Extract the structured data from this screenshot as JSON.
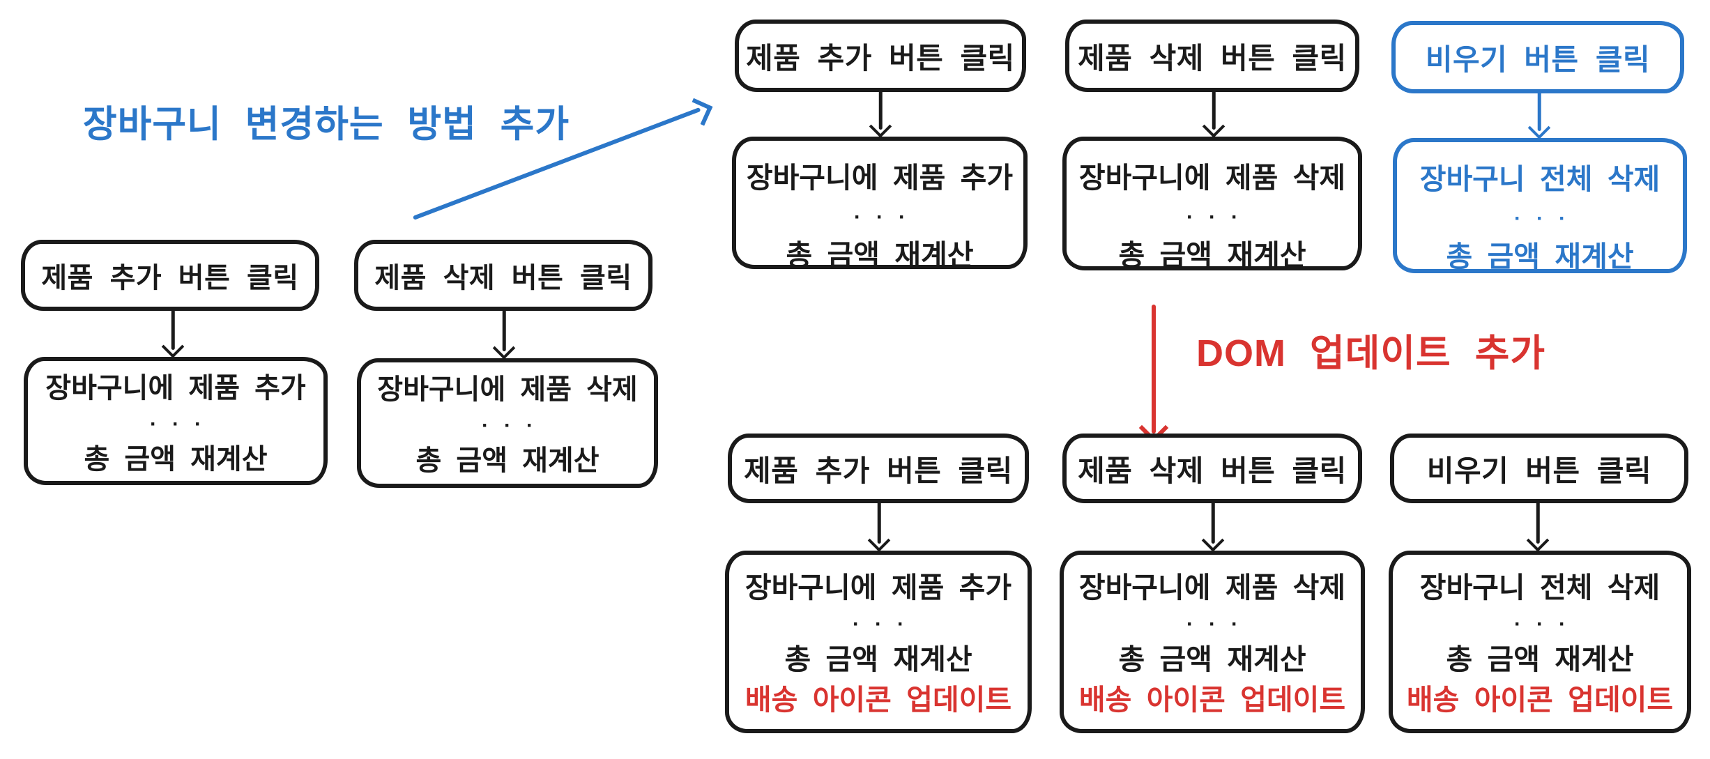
{
  "colors": {
    "blue": "#2b77c9",
    "red": "#d93430",
    "ink": "#1a1a1a"
  },
  "labels": {
    "methods_note": "장바구니 변경하는 방법 추가",
    "dom_note": "DOM 업데이트 추가",
    "ellipsis": "···"
  },
  "left_flows": [
    {
      "header": "제품 추가 버튼 클릭",
      "action": "장바구니에 제품 추가",
      "recalc": "총 금액 재계산"
    },
    {
      "header": "제품 삭제 버튼 클릭",
      "action": "장바구니에 제품 삭제",
      "recalc": "총 금액 재계산"
    }
  ],
  "top_flows": [
    {
      "header": "제품 추가 버튼 클릭",
      "action": "장바구니에 제품 추가",
      "recalc": "총 금액 재계산"
    },
    {
      "header": "제품 삭제 버튼 클릭",
      "action": "장바구니에 제품 삭제",
      "recalc": "총 금액 재계산"
    },
    {
      "header": "비우기 버튼 클릭",
      "action": "장바구니 전체 삭제",
      "recalc": "총 금액 재계산"
    }
  ],
  "bottom_flows": [
    {
      "header": "제품 추가 버튼 클릭",
      "action": "장바구니에 제품 추가",
      "recalc": "총 금액 재계산",
      "dom_update": "배송 아이콘 업데이트"
    },
    {
      "header": "제품 삭제 버튼 클릭",
      "action": "장바구니에 제품 삭제",
      "recalc": "총 금액 재계산",
      "dom_update": "배송 아이콘 업데이트"
    },
    {
      "header": "비우기 버튼 클릭",
      "action": "장바구니 전체 삭제",
      "recalc": "총 금액 재계산",
      "dom_update": "배송 아이콘 업데이트"
    }
  ]
}
